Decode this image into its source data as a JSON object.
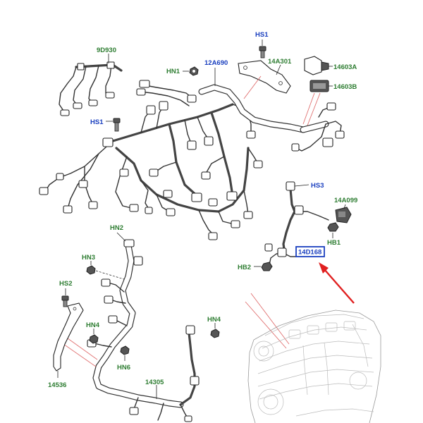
{
  "labels": {
    "hs1_top": "HS1",
    "p_9d930": "9D930",
    "p_12a690": "12A690",
    "hn1": "HN1",
    "p_14a301": "14A301",
    "p_14603a": "14603A",
    "p_14603b": "14603B",
    "hs1_left": "HS1",
    "hs3": "HS3",
    "p_14a099": "14A099",
    "hb1": "HB1",
    "p_14d168": "14D168",
    "hb2": "HB2",
    "hn2": "HN2",
    "hn3": "HN3",
    "hs2": "HS2",
    "hn4_left": "HN4",
    "hn4_right": "HN4",
    "hn6": "HN6",
    "p_14536": "14536",
    "p_14305": "14305"
  },
  "colors": {
    "part_number": "#2e7d32",
    "fastener_code": "#1a3fbf",
    "highlight_box": "#1a3fbf",
    "arrow": "#e02020",
    "callout_line": "#e07070"
  },
  "highlighted_part": "14D168"
}
